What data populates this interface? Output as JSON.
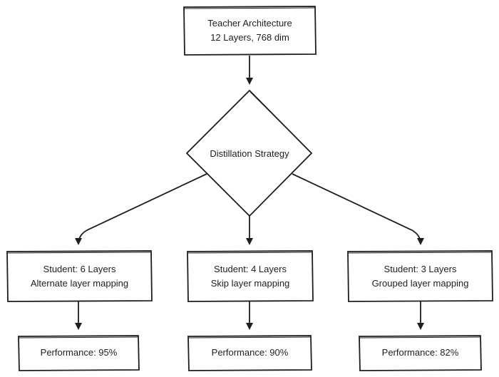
{
  "teacher": {
    "line1": "Teacher Architecture",
    "line2": "12 Layers, 768 dim"
  },
  "decision": {
    "label": "Distillation Strategy"
  },
  "students": [
    {
      "title": "Student: 6 Layers",
      "subtitle": "Alternate layer mapping",
      "performance": "Performance: 95%"
    },
    {
      "title": "Student: 4 Layers",
      "subtitle": "Skip layer mapping",
      "performance": "Performance: 90%"
    },
    {
      "title": "Student: 3 Layers",
      "subtitle": "Grouped layer mapping",
      "performance": "Performance: 82%"
    }
  ],
  "colors": {
    "stroke": "#1e1e1e",
    "fill": "#ffffff"
  }
}
